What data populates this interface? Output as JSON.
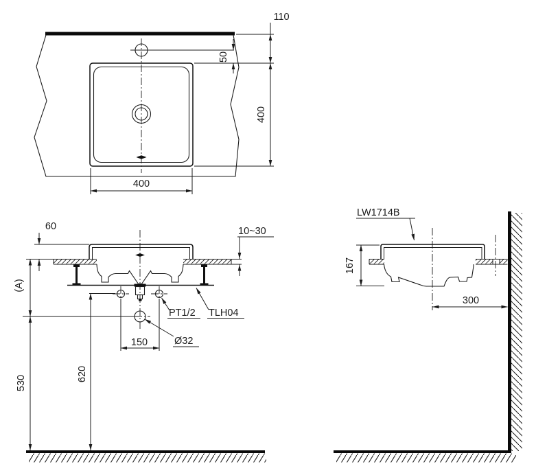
{
  "drawing": {
    "title_model": "LW1714B",
    "colors": {
      "background": "#ffffff",
      "ink": "#1b1b1b"
    },
    "plan": {
      "dim_wall_to_basin": "110",
      "dim_faucet_to_basin": "50",
      "dim_basin_depth": "400",
      "dim_basin_width": "400"
    },
    "front": {
      "dim_rim_above_counter": "60",
      "dim_counter_thickness": "10~30",
      "dim_counter_to_drain": "(A)",
      "dim_supply_pitch": "150",
      "dim_floor_to_supply": "620",
      "dim_floor_to_drain": "530",
      "label_supply_thread": "PT1/2",
      "label_mounting_kit": "TLH04",
      "label_drain_diameter": "Ø32"
    },
    "side": {
      "label_model": "LW1714B",
      "dim_basin_height": "167",
      "dim_center_to_wall": "300"
    }
  }
}
